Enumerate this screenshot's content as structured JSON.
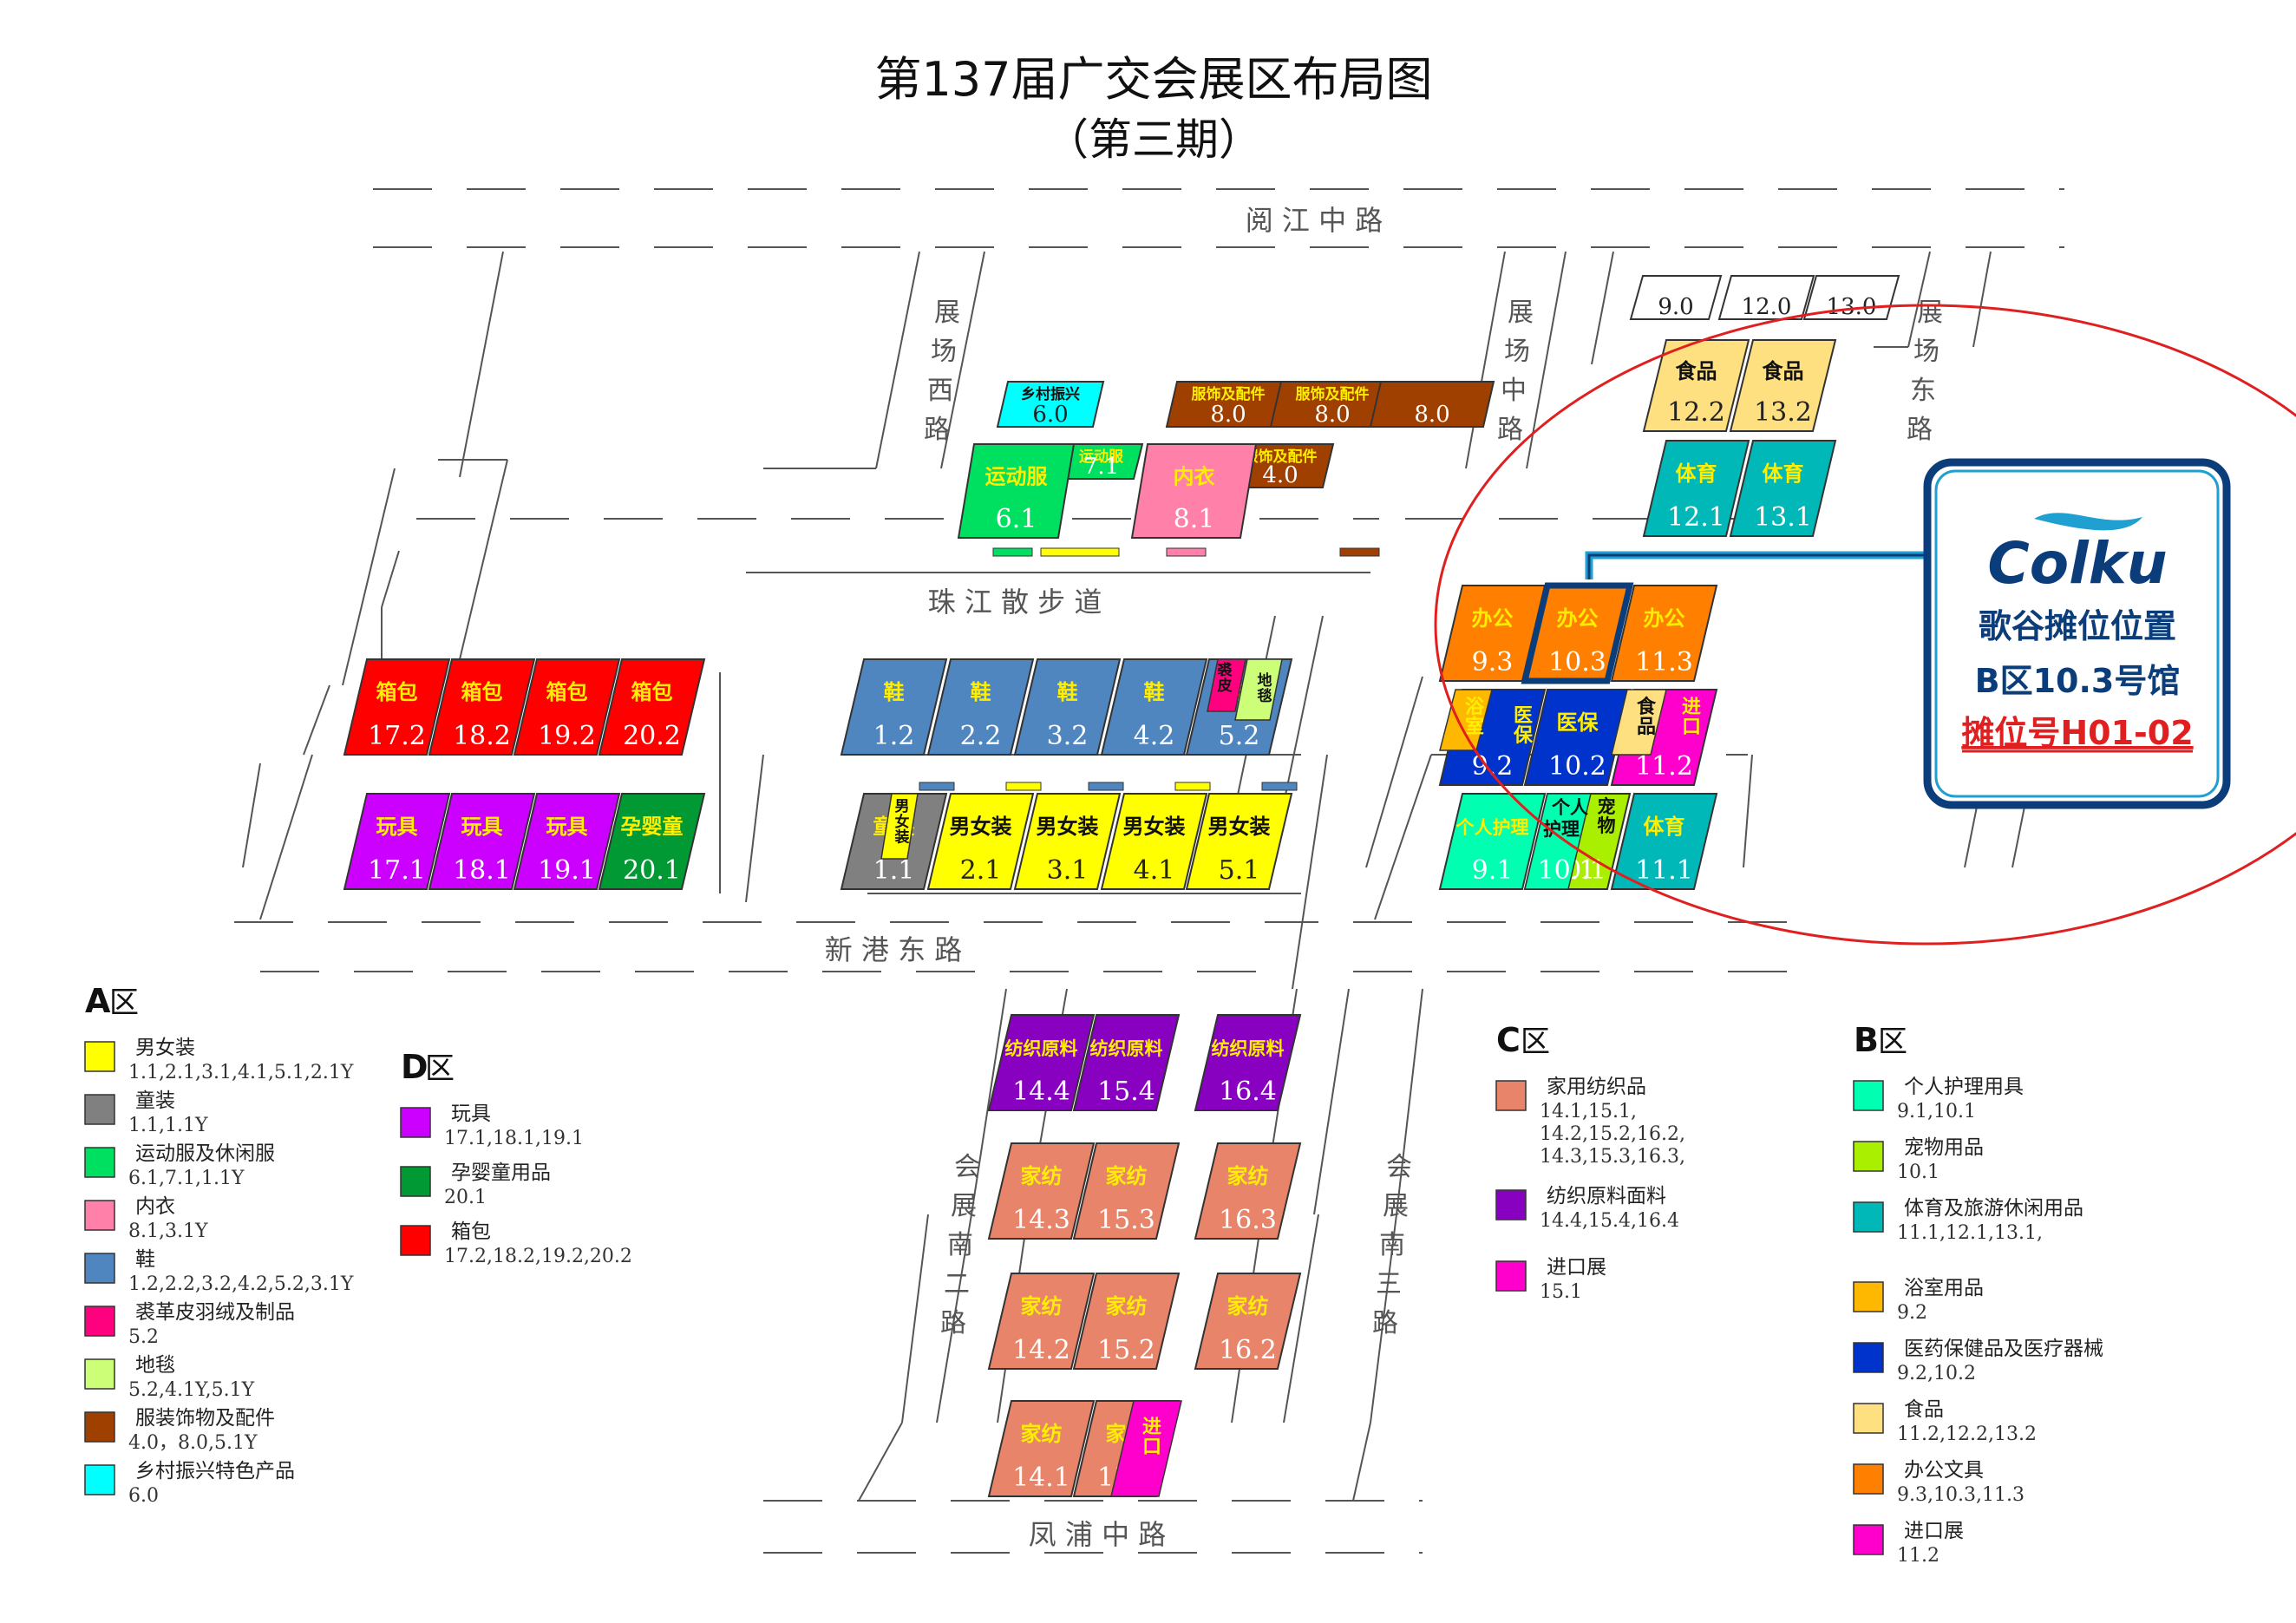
{
  "title": "第137届广交会展区布局图",
  "subtitle": "（第三期）",
  "roads": {
    "north": "阅 江 中 路",
    "promenade": "珠 江 散 步 道",
    "xingang": "新 港 东 路",
    "south": "凤 浦 中 路",
    "west": [
      "展",
      "场",
      "西",
      "路"
    ],
    "middle": [
      "展",
      "场",
      "中",
      "路"
    ],
    "east": [
      "展",
      "场",
      "东",
      "路"
    ],
    "south2": [
      "会",
      "展",
      "南",
      "二",
      "路"
    ],
    "south3": [
      "会",
      "展",
      "南",
      "三",
      "路"
    ]
  },
  "colors": {
    "menswomen": "#FFFF00",
    "kids": "#808080",
    "sports": "#00E060",
    "underwear": "#FF80A8",
    "shoes": "#4F86C0",
    "fur": "#FF007F",
    "carpet": "#CCFF77",
    "accessories": "#A04000",
    "rural": "#00FFFF",
    "toys": "#CC00FF",
    "maternity": "#009933",
    "bags": "#FF0000",
    "hometextile": "#E8846A",
    "rawtextile": "#8800C0",
    "import": "#FF00CC",
    "personalcare": "#00FFB0",
    "pet": "#AAEE00",
    "sport": "#00B8B8",
    "bath": "#FFB800",
    "medical": "#0033CC",
    "food": "#FFE080",
    "office": "#FF7F00",
    "highlight_border": "#1FA0D0",
    "circle": "#E02020"
  },
  "halls": [
    {
      "id": "6.0",
      "label": "乡村振兴",
      "num": "6.0",
      "color": "rural"
    },
    {
      "id": "8.0a",
      "label": "服饰及配件",
      "num": "8.0",
      "color": "accessories"
    },
    {
      "id": "8.0b",
      "label": "服饰及配件",
      "num": "8.0",
      "color": "accessories"
    },
    {
      "id": "8.0c",
      "label": "",
      "num": "8.0",
      "color": "accessories"
    },
    {
      "id": "7.1",
      "label": "运动服",
      "num": "7.1",
      "color": "sports"
    },
    {
      "id": "4.0",
      "label": "服饰及配件",
      "num": "4.0",
      "color": "accessories"
    },
    {
      "id": "6.1",
      "label": "运动服",
      "num": "6.1",
      "color": "sports"
    },
    {
      "id": "8.1",
      "label": "内衣",
      "num": "8.1",
      "color": "underwear"
    },
    {
      "id": "17.2",
      "label": "箱包",
      "num": "17.2",
      "color": "bags"
    },
    {
      "id": "18.2",
      "label": "箱包",
      "num": "18.2",
      "color": "bags"
    },
    {
      "id": "19.2",
      "label": "箱包",
      "num": "19.2",
      "color": "bags"
    },
    {
      "id": "20.2",
      "label": "箱包",
      "num": "20.2",
      "color": "bags"
    },
    {
      "id": "17.1",
      "label": "玩具",
      "num": "17.1",
      "color": "toys"
    },
    {
      "id": "18.1",
      "label": "玩具",
      "num": "18.1",
      "color": "toys"
    },
    {
      "id": "19.1",
      "label": "玩具",
      "num": "19.1",
      "color": "toys"
    },
    {
      "id": "20.1",
      "label": "孕婴童",
      "num": "20.1",
      "color": "maternity"
    },
    {
      "id": "1.2",
      "label": "鞋",
      "num": "1.2",
      "color": "shoes"
    },
    {
      "id": "2.2",
      "label": "鞋",
      "num": "2.2",
      "color": "shoes"
    },
    {
      "id": "3.2",
      "label": "鞋",
      "num": "3.2",
      "color": "shoes"
    },
    {
      "id": "4.2",
      "label": "鞋",
      "num": "4.2",
      "color": "shoes"
    },
    {
      "id": "5.2",
      "label": "鞋",
      "num": "5.2",
      "color": "shoes"
    },
    {
      "id": "1.1",
      "label": "童装",
      "num": "1.1",
      "color": "kids"
    },
    {
      "id": "2.1",
      "label": "男女装",
      "num": "2.1",
      "color": "menswomen"
    },
    {
      "id": "3.1",
      "label": "男女装",
      "num": "3.1",
      "color": "menswomen"
    },
    {
      "id": "4.1",
      "label": "男女装",
      "num": "4.1",
      "color": "menswomen"
    },
    {
      "id": "5.1",
      "label": "男女装",
      "num": "5.1",
      "color": "menswomen"
    },
    {
      "id": "14.4",
      "label": "纺织原料",
      "num": "14.4",
      "color": "rawtextile"
    },
    {
      "id": "15.4",
      "label": "纺织原料",
      "num": "15.4",
      "color": "rawtextile"
    },
    {
      "id": "16.4",
      "label": "纺织原料",
      "num": "16.4",
      "color": "rawtextile"
    },
    {
      "id": "14.3",
      "label": "家纺",
      "num": "14.3",
      "color": "hometextile"
    },
    {
      "id": "15.3",
      "label": "家纺",
      "num": "15.3",
      "color": "hometextile"
    },
    {
      "id": "16.3",
      "label": "家纺",
      "num": "16.3",
      "color": "hometextile"
    },
    {
      "id": "14.2",
      "label": "家纺",
      "num": "14.2",
      "color": "hometextile"
    },
    {
      "id": "15.2",
      "label": "家纺",
      "num": "15.2",
      "color": "hometextile"
    },
    {
      "id": "16.2",
      "label": "家纺",
      "num": "16.2",
      "color": "hometextile"
    },
    {
      "id": "14.1",
      "label": "家纺",
      "num": "14.1",
      "color": "hometextile"
    },
    {
      "id": "15.1",
      "label": "家纺",
      "num": "15.1",
      "color": "hometextile"
    },
    {
      "id": "9.0",
      "label": "",
      "num": "9.0",
      "color": "none"
    },
    {
      "id": "12.0",
      "label": "",
      "num": "12.0",
      "color": "none"
    },
    {
      "id": "13.0",
      "label": "",
      "num": "13.0",
      "color": "none"
    },
    {
      "id": "12.2",
      "label": "食品",
      "num": "12.2",
      "color": "food"
    },
    {
      "id": "13.2",
      "label": "食品",
      "num": "13.2",
      "color": "food"
    },
    {
      "id": "12.1",
      "label": "体育",
      "num": "12.1",
      "color": "sport"
    },
    {
      "id": "13.1",
      "label": "体育",
      "num": "13.1",
      "color": "sport"
    },
    {
      "id": "9.3",
      "label": "办公",
      "num": "9.3",
      "color": "office"
    },
    {
      "id": "10.3",
      "label": "办公",
      "num": "10.3",
      "color": "office"
    },
    {
      "id": "11.3",
      "label": "办公",
      "num": "11.3",
      "color": "office"
    },
    {
      "id": "9.2",
      "label": "",
      "num": "9.2",
      "color": "medical"
    },
    {
      "id": "10.2",
      "label": "医保",
      "num": "10.2",
      "color": "medical"
    },
    {
      "id": "11.2",
      "label": "",
      "num": "11.2",
      "color": "import"
    },
    {
      "id": "9.1",
      "label": "个人护理",
      "num": "9.1",
      "color": "personalcare"
    },
    {
      "id": "10.1",
      "label": "",
      "num": "10.1",
      "color": "pet"
    },
    {
      "id": "11.1",
      "label": "体育",
      "num": "11.1",
      "color": "sport"
    }
  ],
  "hall_extra_labels": {
    "9.2_bath": "浴室",
    "9.2_medical": "医保",
    "11.2_food": "食品",
    "11.2_import": "进口",
    "10.1_care": "个人护理",
    "10.1_pet": "宠物",
    "5.2_fur": "裘皮",
    "5.2_carpet": "地毯",
    "1.1_men": "男女装",
    "15.1_import": "进口"
  },
  "callout": {
    "logo": "Colku",
    "line1": "歌谷摊位位置",
    "line2": "B区10.3号馆",
    "line3": "摊位号H01-02"
  },
  "legend": {
    "A": {
      "title_letter": "A",
      "title_suffix": "区",
      "items": [
        {
          "name": "男女装",
          "codes": "1.1,2.1,3.1,4.1,5.1,2.1Y",
          "color": "menswomen"
        },
        {
          "name": "童装",
          "codes": "1.1,1.1Y",
          "color": "kids"
        },
        {
          "name": "运动服及休闲服",
          "codes": "6.1,7.1,1.1Y",
          "color": "sports"
        },
        {
          "name": "内衣",
          "codes": "8.1,3.1Y",
          "color": "underwear"
        },
        {
          "name": "鞋",
          "codes": "1.2,2.2,3.2,4.2,5.2,3.1Y",
          "color": "shoes"
        },
        {
          "name": "裘革皮羽绒及制品",
          "codes": "5.2",
          "color": "fur"
        },
        {
          "name": "地毯",
          "codes": "5.2,4.1Y,5.1Y",
          "color": "carpet"
        },
        {
          "name": "服装饰物及配件",
          "codes": "4.0，8.0,5.1Y",
          "color": "accessories"
        },
        {
          "name": "乡村振兴特色产品",
          "codes": "6.0",
          "color": "rural"
        }
      ]
    },
    "D": {
      "title_letter": "D",
      "title_suffix": "区",
      "items": [
        {
          "name": "玩具",
          "codes": "17.1,18.1,19.1",
          "color": "toys"
        },
        {
          "name": "孕婴童用品",
          "codes": "20.1",
          "color": "maternity"
        },
        {
          "name": "箱包",
          "codes": "17.2,18.2,19.2,20.2",
          "color": "bags"
        }
      ]
    },
    "C": {
      "title_letter": "C",
      "title_suffix": "区",
      "items": [
        {
          "name": "家用纺织品",
          "codes": "14.1,15.1,|14.2,15.2,16.2,|14.3,15.3,16.3,",
          "color": "hometextile"
        },
        {
          "name": "纺织原料面料",
          "codes": "14.4,15.4,16.4",
          "color": "rawtextile"
        },
        {
          "name": "进口展",
          "codes": "15.1",
          "color": "import"
        }
      ]
    },
    "B": {
      "title_letter": "B",
      "title_suffix": "区",
      "items": [
        {
          "name": "个人护理用具",
          "codes": "9.1,10.1",
          "color": "personalcare"
        },
        {
          "name": "宠物用品",
          "codes": "10.1",
          "color": "pet"
        },
        {
          "name": "体育及旅游休闲用品",
          "codes": "11.1,12.1,13.1,",
          "color": "sport"
        },
        {
          "name": "浴室用品",
          "codes": "9.2",
          "color": "bath"
        },
        {
          "name": "医药保健品及医疗器械",
          "codes": "9.2,10.2",
          "color": "medical"
        },
        {
          "name": "食品",
          "codes": "11.2,12.2,13.2",
          "color": "food"
        },
        {
          "name": "办公文具",
          "codes": "9.3,10.3,11.3",
          "color": "office"
        },
        {
          "name": "进口展",
          "codes": "11.2",
          "color": "import"
        }
      ]
    }
  }
}
